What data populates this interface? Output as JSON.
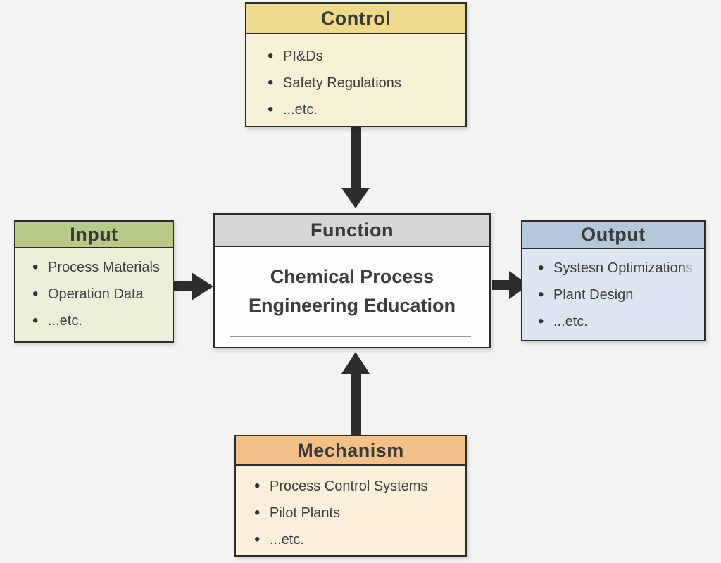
{
  "diagram_type": "IDEF0 function block diagram",
  "boxes": {
    "control": {
      "title": "Control",
      "items": [
        "PI&Ds",
        "Safety Regulations",
        "...etc."
      ]
    },
    "input": {
      "title": "Input",
      "items": [
        "Process Materials",
        "Operation Data",
        "...etc."
      ]
    },
    "function": {
      "title": "Function",
      "content": "Chemical Process Engineering Education"
    },
    "output": {
      "title": "Output",
      "items": [
        "Systesn Optimization",
        "Plant Design",
        "...etc."
      ],
      "item0_faint_suffix": "s"
    },
    "mechanism": {
      "title": "Mechanism",
      "items": [
        "Process Control Systems",
        "Pilot Plants",
        "...etc."
      ]
    }
  },
  "connections": [
    {
      "from": "control",
      "to": "function",
      "direction": "down"
    },
    {
      "from": "input",
      "to": "function",
      "direction": "right"
    },
    {
      "from": "function",
      "to": "output",
      "direction": "right"
    },
    {
      "from": "mechanism",
      "to": "function",
      "direction": "up"
    }
  ],
  "colors": {
    "background": "#f3f3f1",
    "border": "#2c2c2c",
    "arrow": "#2d2d2d",
    "control_header": "#efd98d",
    "control_body": "#f7f0d5",
    "input_header": "#b7ca87",
    "input_body": "#e9efd9",
    "function_header": "#d6d6d6",
    "function_body": "#fdfdfc",
    "output_header": "#b5c7dd",
    "output_body": "#dde6f0",
    "mechanism_header": "#f2c189",
    "mechanism_body": "#f9efdb"
  }
}
